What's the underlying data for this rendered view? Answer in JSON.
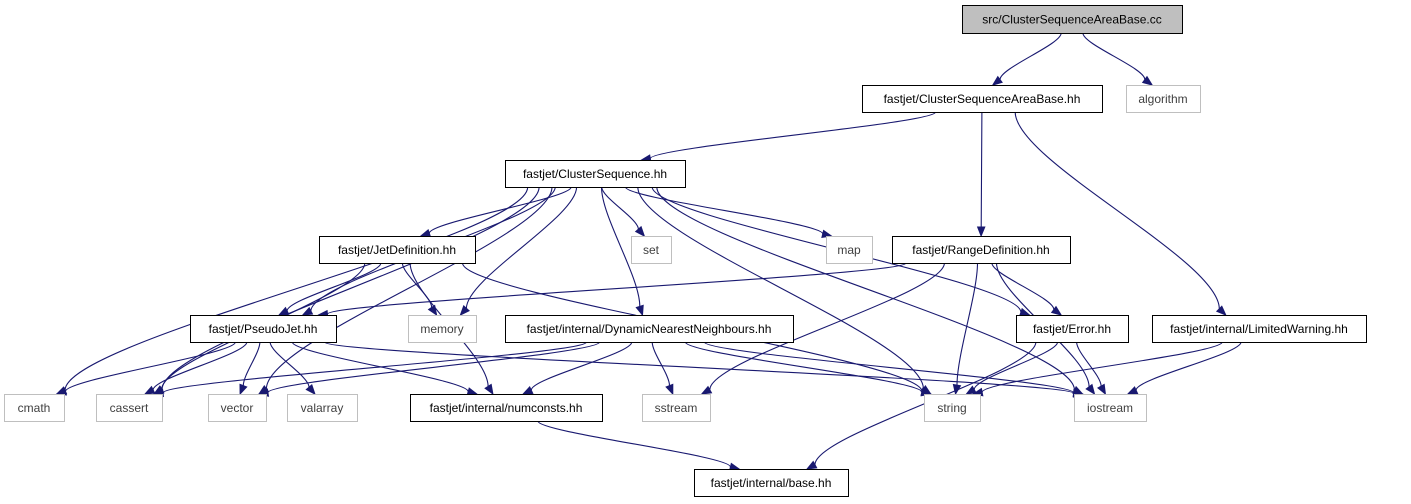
{
  "nodes": [
    {
      "id": "root",
      "label": "src/ClusterSequenceAreaBase.cc",
      "kind": "root"
    },
    {
      "id": "csab_hh",
      "label": "fastjet/ClusterSequenceAreaBase.hh",
      "kind": "header"
    },
    {
      "id": "algorithm",
      "label": "algorithm",
      "kind": "system"
    },
    {
      "id": "cs_hh",
      "label": "fastjet/ClusterSequence.hh",
      "kind": "header"
    },
    {
      "id": "jetdef_hh",
      "label": "fastjet/JetDefinition.hh",
      "kind": "header"
    },
    {
      "id": "set",
      "label": "set",
      "kind": "system"
    },
    {
      "id": "map",
      "label": "map",
      "kind": "system"
    },
    {
      "id": "rangedef_hh",
      "label": "fastjet/RangeDefinition.hh",
      "kind": "header"
    },
    {
      "id": "pseudojet_hh",
      "label": "fastjet/PseudoJet.hh",
      "kind": "header"
    },
    {
      "id": "memory",
      "label": "memory",
      "kind": "system"
    },
    {
      "id": "dnn_hh",
      "label": "fastjet/internal/DynamicNearestNeighbours.hh",
      "kind": "header"
    },
    {
      "id": "error_hh",
      "label": "fastjet/Error.hh",
      "kind": "header"
    },
    {
      "id": "limwarn_hh",
      "label": "fastjet/internal/LimitedWarning.hh",
      "kind": "header"
    },
    {
      "id": "cmath",
      "label": "cmath",
      "kind": "system"
    },
    {
      "id": "cassert",
      "label": "cassert",
      "kind": "system"
    },
    {
      "id": "vector",
      "label": "vector",
      "kind": "system"
    },
    {
      "id": "valarray",
      "label": "valarray",
      "kind": "system"
    },
    {
      "id": "numconsts_hh",
      "label": "fastjet/internal/numconsts.hh",
      "kind": "header"
    },
    {
      "id": "sstream",
      "label": "sstream",
      "kind": "system"
    },
    {
      "id": "string",
      "label": "string",
      "kind": "system"
    },
    {
      "id": "iostream",
      "label": "iostream",
      "kind": "system"
    },
    {
      "id": "base_hh",
      "label": "fastjet/internal/base.hh",
      "kind": "header"
    }
  ],
  "edges": [
    [
      "root",
      "csab_hh"
    ],
    [
      "root",
      "algorithm"
    ],
    [
      "csab_hh",
      "cs_hh"
    ],
    [
      "csab_hh",
      "rangedef_hh"
    ],
    [
      "csab_hh",
      "limwarn_hh"
    ],
    [
      "cs_hh",
      "cmath"
    ],
    [
      "cs_hh",
      "cassert"
    ],
    [
      "cs_hh",
      "vector"
    ],
    [
      "cs_hh",
      "jetdef_hh"
    ],
    [
      "cs_hh",
      "pseudojet_hh"
    ],
    [
      "cs_hh",
      "memory"
    ],
    [
      "cs_hh",
      "set"
    ],
    [
      "cs_hh",
      "dnn_hh"
    ],
    [
      "cs_hh",
      "string"
    ],
    [
      "cs_hh",
      "map"
    ],
    [
      "cs_hh",
      "error_hh"
    ],
    [
      "cs_hh",
      "iostream"
    ],
    [
      "jetdef_hh",
      "cassert"
    ],
    [
      "jetdef_hh",
      "pseudojet_hh"
    ],
    [
      "jetdef_hh",
      "memory"
    ],
    [
      "jetdef_hh",
      "numconsts_hh"
    ],
    [
      "jetdef_hh",
      "string"
    ],
    [
      "rangedef_hh",
      "pseudojet_hh"
    ],
    [
      "rangedef_hh",
      "sstream"
    ],
    [
      "rangedef_hh",
      "string"
    ],
    [
      "rangedef_hh",
      "error_hh"
    ],
    [
      "rangedef_hh",
      "iostream"
    ],
    [
      "pseudojet_hh",
      "cmath"
    ],
    [
      "pseudojet_hh",
      "cassert"
    ],
    [
      "pseudojet_hh",
      "vector"
    ],
    [
      "pseudojet_hh",
      "valarray"
    ],
    [
      "pseudojet_hh",
      "numconsts_hh"
    ],
    [
      "pseudojet_hh",
      "iostream"
    ],
    [
      "dnn_hh",
      "cassert"
    ],
    [
      "dnn_hh",
      "vector"
    ],
    [
      "dnn_hh",
      "numconsts_hh"
    ],
    [
      "dnn_hh",
      "sstream"
    ],
    [
      "dnn_hh",
      "string"
    ],
    [
      "dnn_hh",
      "iostream"
    ],
    [
      "error_hh",
      "string"
    ],
    [
      "error_hh",
      "iostream"
    ],
    [
      "error_hh",
      "base_hh"
    ],
    [
      "limwarn_hh",
      "string"
    ],
    [
      "limwarn_hh",
      "iostream"
    ],
    [
      "numconsts_hh",
      "base_hh"
    ]
  ],
  "colors": {
    "edge": "#191970",
    "root_fill": "#bfbfbf",
    "root_border": "#000000",
    "header_border": "#000000",
    "system_border": "#bfbfbf",
    "system_text": "#404040"
  }
}
